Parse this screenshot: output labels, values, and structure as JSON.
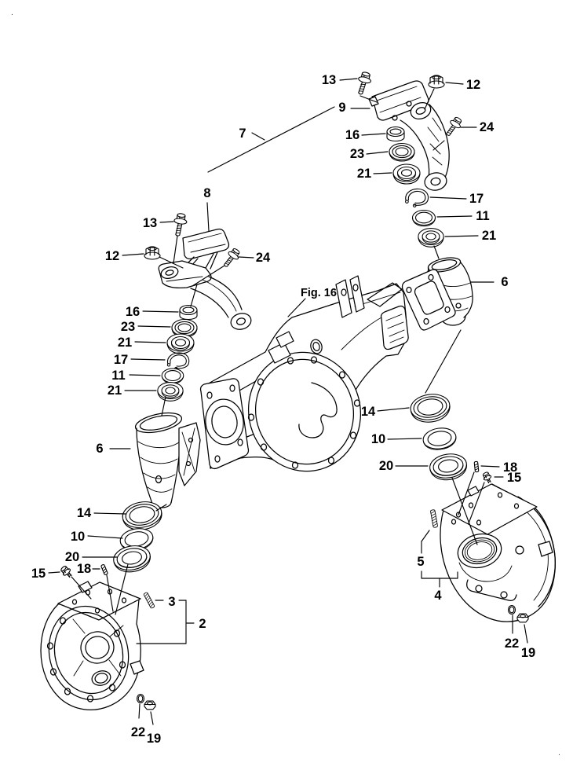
{
  "page": {
    "background": "#ffffff",
    "ink": "#000000"
  },
  "page_marks": {
    "top_left_dot": ".",
    "bottom_right_dot": "."
  },
  "figure_reference": "Fig. 16",
  "callouts": {
    "steering_arm_upper": {
      "bolt": "13",
      "nut": "12",
      "arm": "9",
      "screw": "24",
      "cap": "16",
      "seal": "23",
      "bearing_upper": "21",
      "snap_ring": "17",
      "washer": "11",
      "bearing_lower": "21"
    },
    "assembly": {
      "group": "7",
      "steering_arm_lower_ref": "8"
    },
    "steering_arm_lower": {
      "bolt": "13",
      "nut": "12",
      "screw": "24",
      "cap": "16",
      "seal": "23",
      "bearing_upper": "21",
      "snap_ring": "17",
      "washer": "11",
      "bearing_lower": "21"
    },
    "left_column": {
      "knuckle_support": "6",
      "bearing_seal": "14",
      "washer": "10",
      "oil_seal": "20",
      "bolt": "15",
      "pin": "18",
      "stud": "3",
      "housing_group": "2",
      "o_ring": "22",
      "plug": "19"
    },
    "right_column": {
      "knuckle_support": "6",
      "bearing_seal": "14",
      "washer": "10",
      "oil_seal": "20",
      "pin": "18",
      "bolt": "15",
      "stud": "5",
      "housing_group": "4",
      "o_ring": "22",
      "plug": "19"
    }
  }
}
